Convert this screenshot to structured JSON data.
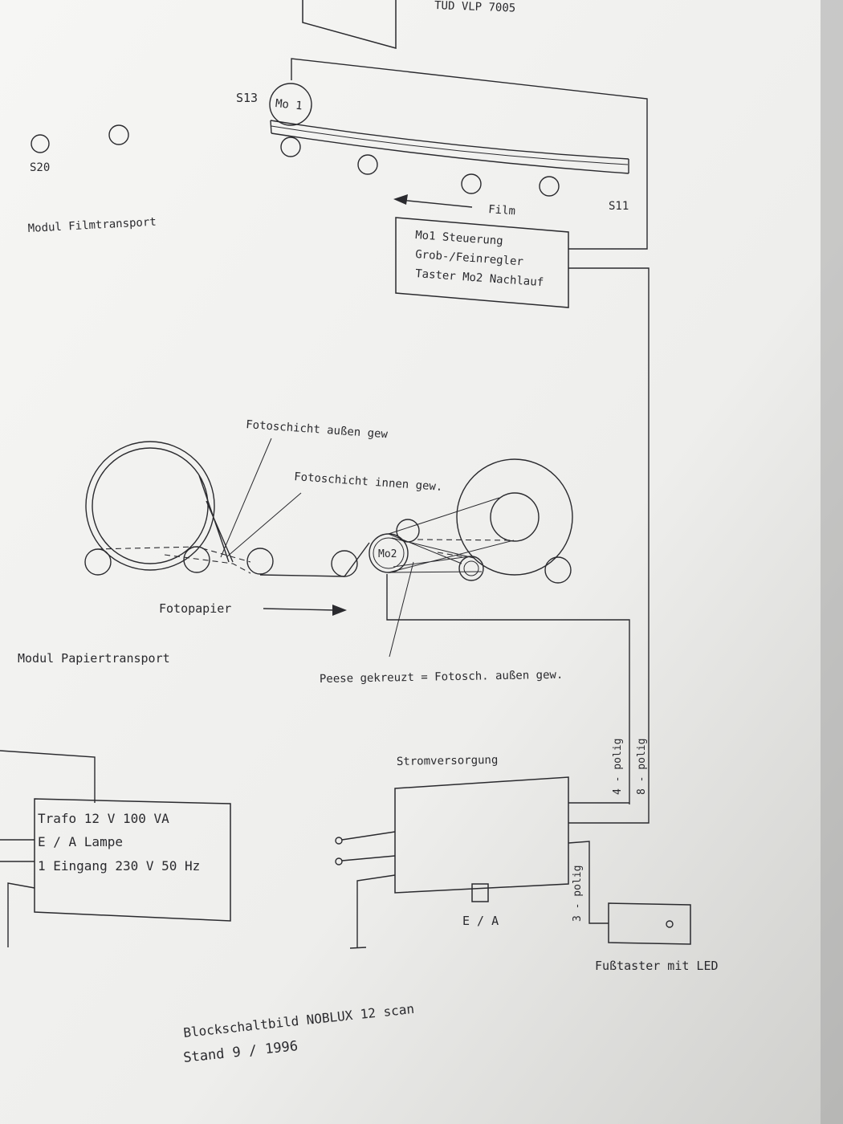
{
  "header_fragment": "TUD VLP 7005",
  "film_module": {
    "title": "Modul Filmtransport",
    "switch_s13": "S13",
    "switch_s20": "S20",
    "switch_s11": "S11",
    "motor": "Mo 1",
    "film_label": "Film",
    "control_box": {
      "line1": "Mo1 Steuerung",
      "line2": "Grob-/Feinregler",
      "line3": "Taster Mo2 Nachlauf"
    }
  },
  "paper_module": {
    "title": "Modul Papiertransport",
    "coating_outside": "Fotoschicht außen gew",
    "coating_inside": "Fotoschicht innen gew.",
    "paper_label": "Fotopapier",
    "motor": "Mo2",
    "belt_note": "Peese gekreuzt = Fotosch. außen gew."
  },
  "transformer_box": {
    "line1": "Trafo 12 V 100 VA",
    "line2": "E / A Lampe",
    "line3": "1 Eingang 230 V 50 Hz"
  },
  "power_supply": {
    "title": "Stromversorgung",
    "switch_label": "E / A",
    "connector_4": "4 - polig",
    "connector_8": "8 - polig",
    "connector_3": "3 - polig"
  },
  "footswitch": {
    "label": "Fußtaster mit LED"
  },
  "footer": {
    "title": "Blockschaltbild NOBLUX 12 scan",
    "date": "Stand 9 / 1996"
  }
}
